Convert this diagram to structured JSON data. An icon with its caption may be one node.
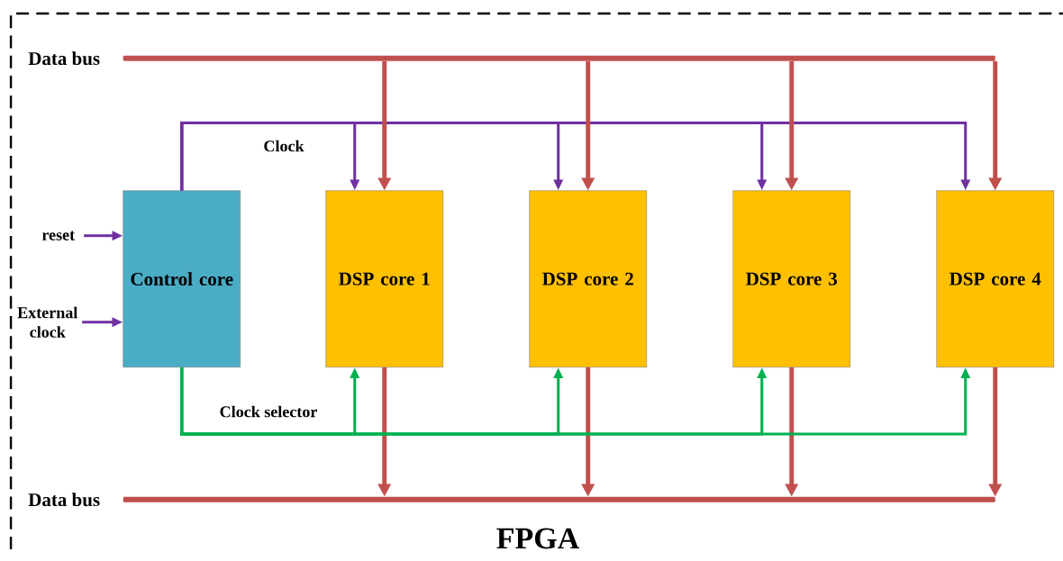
{
  "diagram": {
    "nodes": [
      {
        "text": [
          "FPGA"
        ]
      },
      {
        "text": [
          "Data bus"
        ],
        "in": 0
      },
      {
        "text": [
          "reset"
        ],
        "in": 0
      },
      {
        "text": [
          "External clock"
        ],
        "in": 0
      },
      {
        "text": [
          "Control core"
        ],
        "in": 0
      },
      {
        "text": [
          "DSP core 1"
        ],
        "in": 0
      },
      {
        "text": [
          "DSP core 2"
        ],
        "in": 0
      },
      {
        "text": [
          "DSP core 3"
        ],
        "in": 0
      },
      {
        "text": [
          "DSP core 4"
        ],
        "in": 0
      },
      {
        "text": [
          "Data bus"
        ],
        "in": 0
      }
    ],
    "edges": [
      {
        "from": 2,
        "to": 4,
        "arrow": "to",
        "color": "#7030a0"
      },
      {
        "from": 3,
        "to": 4,
        "arrow": "to",
        "color": "#7030a0"
      },
      {
        "from": 4,
        "to": 5,
        "arrow": "to",
        "color": "#7030a0",
        "label": "Clock"
      },
      {
        "from": 4,
        "to": 6,
        "arrow": "to",
        "color": "#7030a0"
      },
      {
        "from": 4,
        "to": 7,
        "arrow": "to",
        "color": "#7030a0"
      },
      {
        "from": 4,
        "to": 8,
        "arrow": "to",
        "color": "#7030a0"
      },
      {
        "from": 1,
        "to": 5,
        "arrow": "to"
      },
      {
        "from": 1,
        "to": 6,
        "arrow": "to"
      },
      {
        "from": 1,
        "to": 7,
        "arrow": "to"
      },
      {
        "from": 1,
        "to": 8,
        "arrow": "to"
      },
      {
        "from": 5,
        "to": 9,
        "arrow": "to"
      },
      {
        "from": 6,
        "to": 9,
        "arrow": "to"
      },
      {
        "from": 7,
        "to": 9,
        "arrow": "to"
      },
      {
        "from": 8,
        "to": 9,
        "arrow": "to"
      },
      {
        "from": 4,
        "to": 5,
        "arrow": "to",
        "color": "#00b050",
        "label": "Clock selector"
      },
      {
        "from": 4,
        "to": 6,
        "arrow": "to",
        "color": "#00b050"
      },
      {
        "from": 4,
        "to": 7,
        "arrow": "to",
        "color": "#00b050"
      },
      {
        "from": 4,
        "to": 8,
        "arrow": "to",
        "color": "#00b050"
      }
    ]
  }
}
